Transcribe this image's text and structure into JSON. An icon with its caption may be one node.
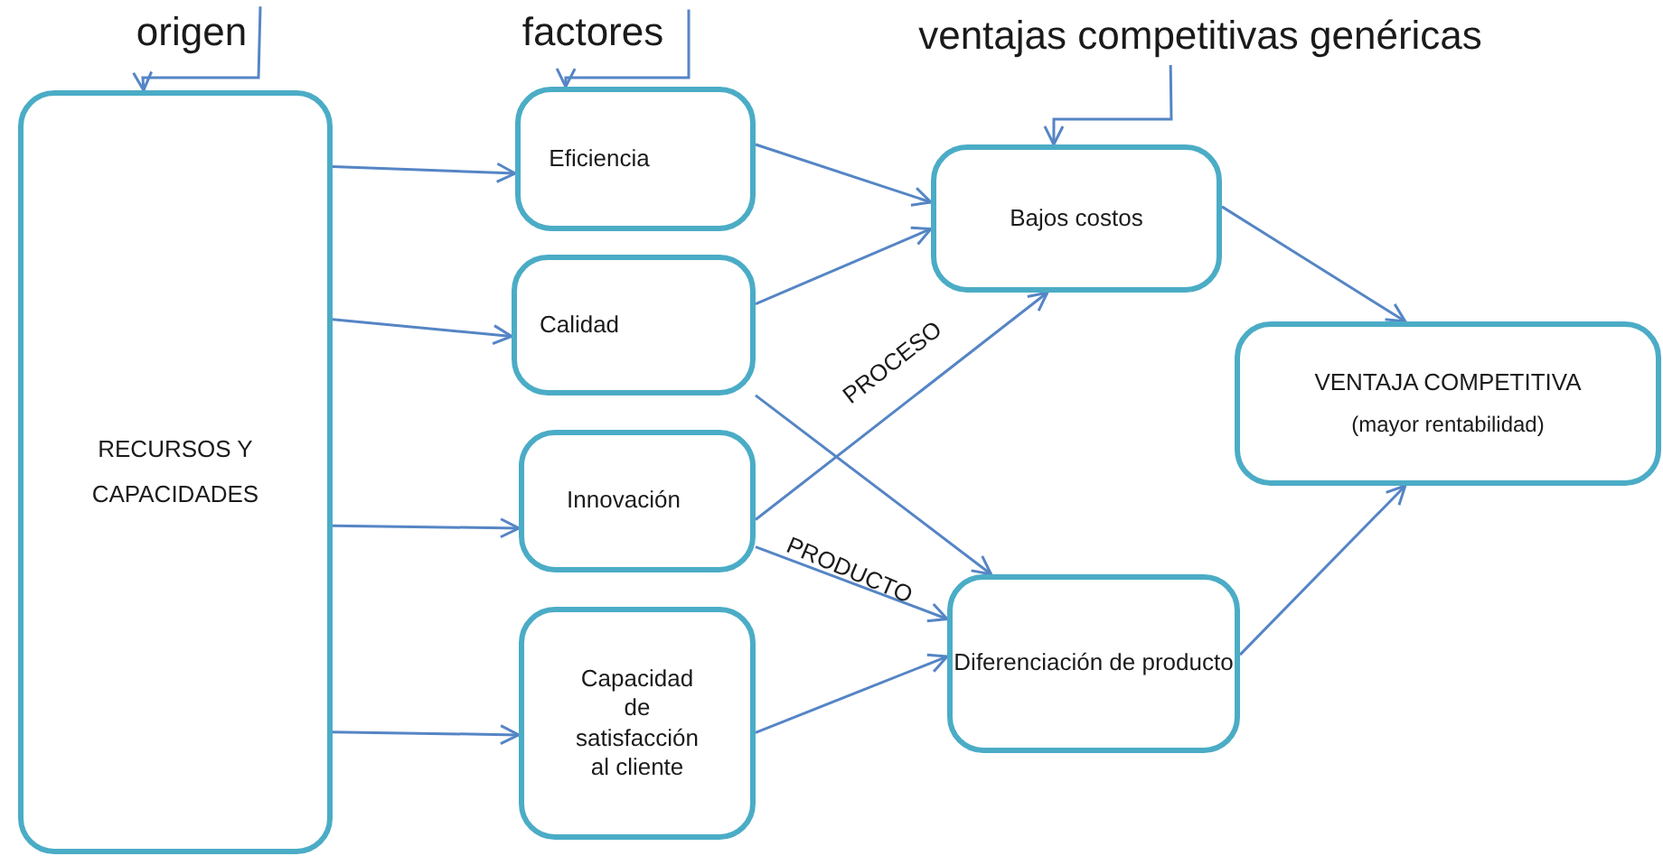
{
  "diagram": {
    "nodes": [
      {
        "text": [
          "origen"
        ]
      },
      {
        "text": [
          "factores"
        ]
      },
      {
        "text": [
          "ventajas competitivas genéricas"
        ]
      },
      {
        "text": [
          "RECURSOS Y CAPACIDADES"
        ]
      },
      {
        "text": [
          "Eficiencia"
        ]
      },
      {
        "text": [
          "Calidad"
        ]
      },
      {
        "text": [
          "Innovación"
        ]
      },
      {
        "text": [
          "Capacidad de satisfacción al cliente"
        ]
      },
      {
        "text": [
          "Bajos costos"
        ]
      },
      {
        "text": [
          "Diferenciación de producto"
        ]
      },
      {
        "text": [
          "VENTAJA COMPETITIVA",
          "(mayor rentabilidad)"
        ]
      }
    ],
    "edges": [
      {
        "from": 0,
        "to": 3,
        "arrow": "to"
      },
      {
        "from": 1,
        "to": 4,
        "arrow": "to"
      },
      {
        "from": 2,
        "to": 8,
        "arrow": "to"
      },
      {
        "from": 3,
        "to": 4,
        "arrow": "to"
      },
      {
        "from": 3,
        "to": 5,
        "arrow": "to"
      },
      {
        "from": 3,
        "to": 6,
        "arrow": "to"
      },
      {
        "from": 3,
        "to": 7,
        "arrow": "to"
      },
      {
        "from": 4,
        "to": 8,
        "arrow": "to"
      },
      {
        "from": 5,
        "to": 8,
        "arrow": "to"
      },
      {
        "from": 6,
        "to": 8,
        "arrow": "to",
        "label": "PROCESO"
      },
      {
        "from": 5,
        "to": 9,
        "arrow": "to"
      },
      {
        "from": 6,
        "to": 9,
        "arrow": "to",
        "label": "PRODUCTO"
      },
      {
        "from": 7,
        "to": 9,
        "arrow": "to"
      },
      {
        "from": 8,
        "to": 10,
        "arrow": "to"
      },
      {
        "from": 9,
        "to": 10,
        "arrow": "to"
      }
    ]
  }
}
